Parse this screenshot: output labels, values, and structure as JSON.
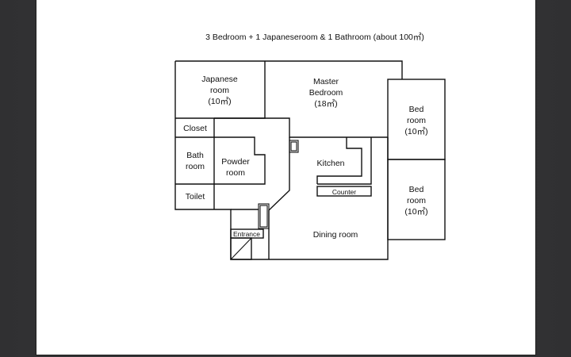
{
  "title": "3 Bedroom + 1 Japaneseroom & 1 Bathroom  (about 100㎡)",
  "rooms": {
    "japanese": [
      "Japanese",
      "room",
      "(10㎡)"
    ],
    "master": [
      "Master",
      "Bedroom",
      "(18㎡)"
    ],
    "bed1": [
      "Bed",
      "room",
      "(10㎡)"
    ],
    "bed2": [
      "Bed",
      "room",
      "(10㎡)"
    ],
    "closet": "Closet",
    "bath": [
      "Bath",
      "room"
    ],
    "powder": [
      "Powder",
      "room"
    ],
    "toilet": "Toilet",
    "kitchen": "Kitchen",
    "counter": "Counter",
    "entrance": "Entrance",
    "dining": "Dining room"
  }
}
